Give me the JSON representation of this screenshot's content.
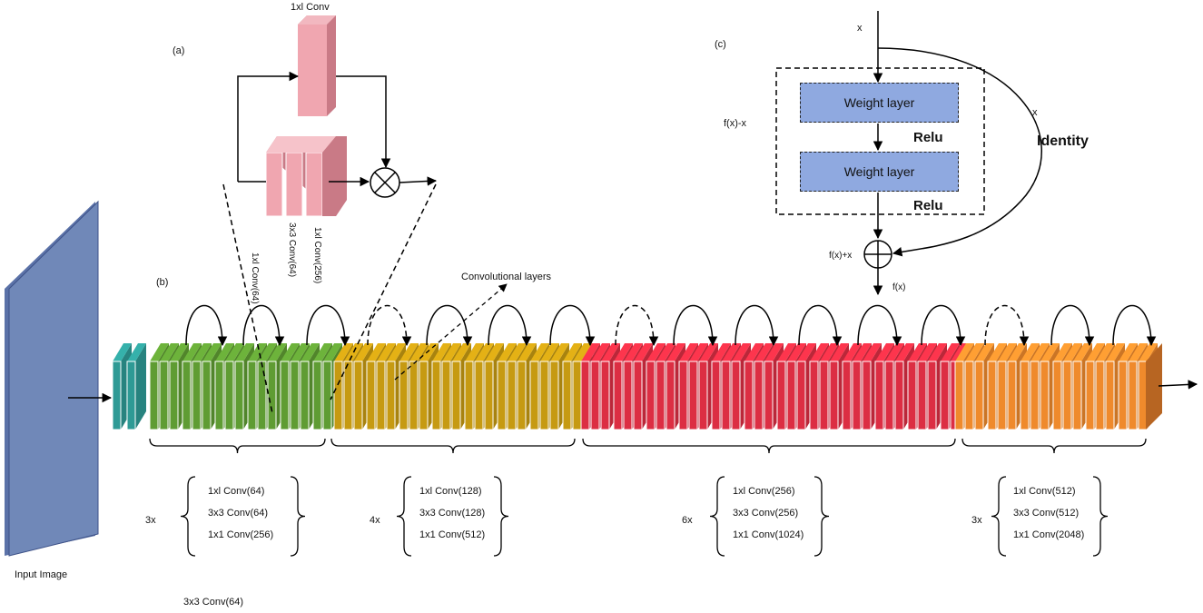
{
  "panel_a": {
    "label": "(a)",
    "top_conv": "1xl Conv",
    "stack_labels": [
      "1xl Conv(64)",
      "3x3 Conv(64)",
      "1xl Conv(256)"
    ]
  },
  "panel_b": {
    "label": "(b)",
    "input_label": "Input Image",
    "conv_layers_label": "Convolutional layers",
    "bottom_label": "3x3 Conv(64)",
    "groups": [
      {
        "multiplier": "3x",
        "lines": [
          "1xl Conv(64)",
          "3x3 Conv(64)",
          "1x1 Conv(256)"
        ],
        "color": "#5f9c33"
      },
      {
        "multiplier": "4x",
        "lines": [
          "1xl Conv(128)",
          "3x3 Conv(128)",
          "1x1 Conv(512)"
        ],
        "color": "#c69a12"
      },
      {
        "multiplier": "6x",
        "lines": [
          "1xl Conv(256)",
          "3x3 Conv(256)",
          "1x1 Conv(1024)"
        ],
        "color": "#dc2e43"
      },
      {
        "multiplier": "3x",
        "lines": [
          "1xl Conv(512)",
          "3x3 Conv(512)",
          "1x1 Conv(2048)"
        ],
        "color": "#ef8a2c"
      }
    ],
    "stem_color": "#2e9a95",
    "input_color": "#7088b8"
  },
  "panel_c": {
    "label": "(c)",
    "x_top": "x",
    "x_right": "x",
    "fx_minus_x": "f(x)-x",
    "identity": "Identity",
    "weight_layer_1": "Weight layer",
    "weight_layer_2": "Weight layer",
    "relu_1": "Relu",
    "relu_2": "Relu",
    "fx_plus_x": "f(x)+x",
    "fx": "f(x)"
  }
}
